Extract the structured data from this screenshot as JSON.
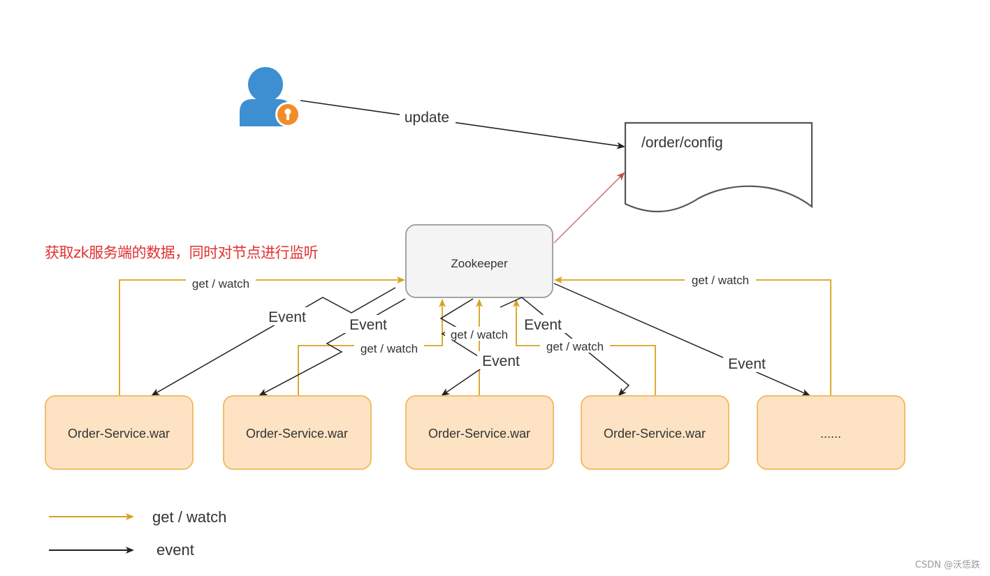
{
  "document": {
    "label": "/order/config"
  },
  "zookeeper": {
    "label": "Zookeeper"
  },
  "user": {
    "icon": "user-key-icon"
  },
  "edges": {
    "update": "update",
    "get_watch": "get / watch",
    "event": "Event"
  },
  "services": [
    {
      "label": "Order-Service.war"
    },
    {
      "label": "Order-Service.war"
    },
    {
      "label": "Order-Service.war"
    },
    {
      "label": "Order-Service.war"
    },
    {
      "label": "......"
    }
  ],
  "annotation": "获取zk服务端的数据，同时对节点进行监听",
  "legend": {
    "get_watch": "get / watch",
    "event": "event"
  },
  "watermark": "CSDN @沃恁跌",
  "colors": {
    "get_watch": "#d6a21e",
    "event": "#222222",
    "update_to_doc": "#c0504d",
    "service_fill": "#fde3c4",
    "service_stroke": "#f0b85c",
    "zookeeper_fill": "#f4f4f4",
    "annotation": "#e03131",
    "user": "#3d8fd1",
    "key_badge": "#f28c28"
  }
}
